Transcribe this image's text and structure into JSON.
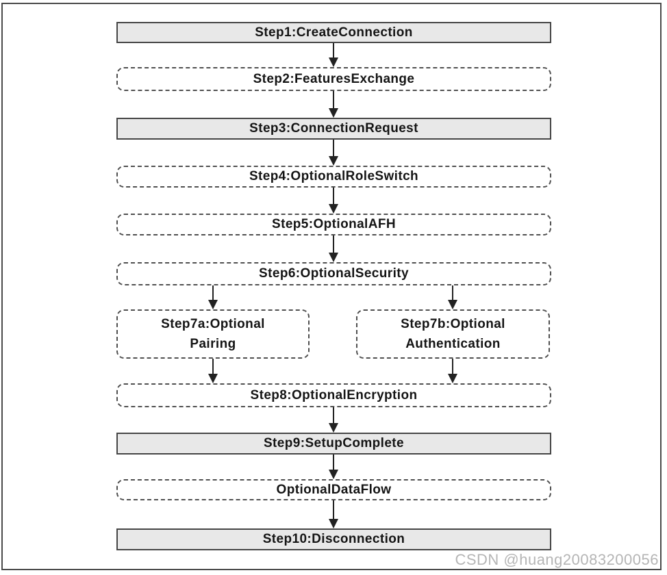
{
  "diagram": {
    "nodes": [
      {
        "id": "step1",
        "label": "Step1:CreateConnection",
        "style": "required"
      },
      {
        "id": "step2",
        "label": "Step2:FeaturesExchange",
        "style": "optional"
      },
      {
        "id": "step3",
        "label": "Step3:ConnectionRequest",
        "style": "required"
      },
      {
        "id": "step4",
        "label": "Step4:OptionalRoleSwitch",
        "style": "optional"
      },
      {
        "id": "step5",
        "label": "Step5:OptionalAFH",
        "style": "optional"
      },
      {
        "id": "step6",
        "label": "Step6:OptionalSecurity",
        "style": "optional"
      },
      {
        "id": "step7a",
        "lines": [
          "Step7a:Optional",
          "Pairing"
        ],
        "style": "optional"
      },
      {
        "id": "step7b",
        "lines": [
          "Step7b:Optional",
          "Authentication"
        ],
        "style": "optional"
      },
      {
        "id": "step8",
        "label": "Step8:OptionalEncryption",
        "style": "optional"
      },
      {
        "id": "step9",
        "label": "Step9:SetupComplete",
        "style": "required"
      },
      {
        "id": "optionalDataFlow",
        "label": "OptionalDataFlow",
        "style": "optional"
      },
      {
        "id": "step10",
        "label": "Step10:Disconnection",
        "style": "required"
      }
    ],
    "colors": {
      "required_fill": "#e8e8e8",
      "box_border": "#4a4a4a",
      "text": "#141414",
      "arrow": "#222222",
      "watermark_text": "#b5b5b5"
    },
    "watermark": "CSDN @huang20083200056"
  }
}
